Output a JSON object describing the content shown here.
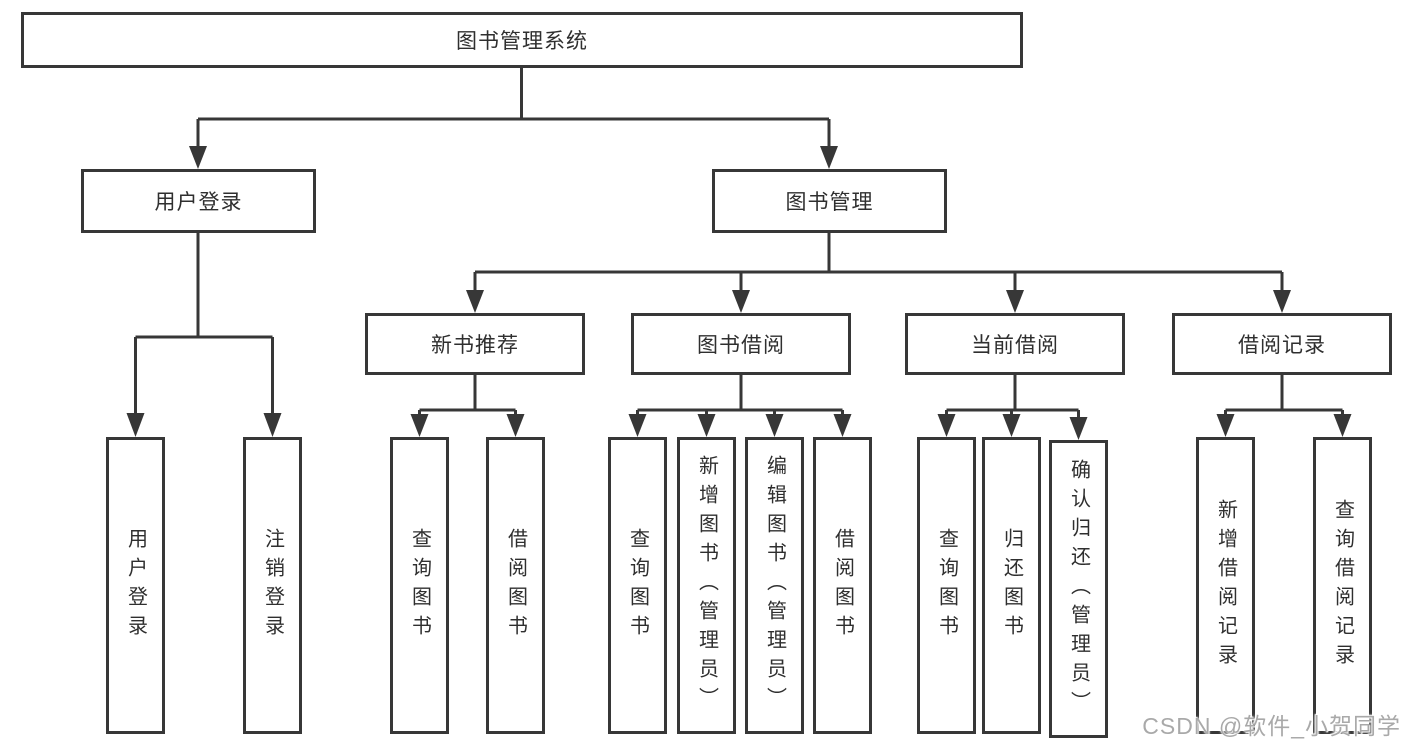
{
  "colors": {
    "line": "#373737",
    "text": "#2f2f2f",
    "box_background": "#ffffff",
    "watermark": "#a9a9a9"
  },
  "root": {
    "label": "图书管理系统"
  },
  "level2": [
    {
      "label": "用户登录"
    },
    {
      "label": "图书管理"
    }
  ],
  "level3": [
    {
      "label": "新书推荐"
    },
    {
      "label": "图书借阅"
    },
    {
      "label": "当前借阅"
    },
    {
      "label": "借阅记录"
    }
  ],
  "leaves": {
    "login": [
      "用户登录",
      "注销登录"
    ],
    "recommend": [
      "查询图书",
      "借阅图书"
    ],
    "borrow": [
      "查询图书",
      "新增图书（管理员）",
      "编辑图书（管理员）",
      "借阅图书"
    ],
    "current": [
      "查询图书",
      "归还图书",
      "确认归还（管理员）"
    ],
    "records": [
      "新增借阅记录",
      "查询借阅记录"
    ]
  },
  "watermark": {
    "text": "CSDN @软件_小贺同学"
  }
}
